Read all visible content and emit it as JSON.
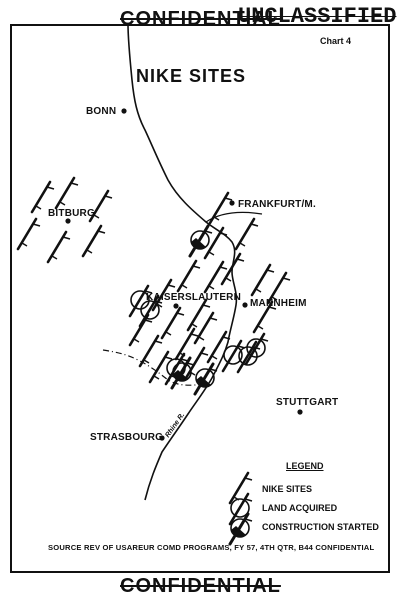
{
  "stamps": {
    "top_confidential": "CONFIDENTIAL",
    "unclassified": "UNCLASSIFIED",
    "chart_number": "Chart 4",
    "bottom_confidential": "CONFIDENTIAL"
  },
  "map": {
    "title": "NIKE SITES",
    "cities": {
      "bonn": "BONN",
      "bitburg": "BITBURG",
      "frankfurt": "FRANKFURT/M.",
      "kaiserslautern": "KAISERSLAUTERN",
      "mannheim": "MANNHEIM",
      "stuttgart": "STUTTGART",
      "strasbourg": "STRASBOURG"
    },
    "river_label": "Rhine R.",
    "site_counts": {
      "nike_sites": 25,
      "land_acquired": 6,
      "construction_started": 3
    }
  },
  "legend": {
    "title": "LEGEND",
    "items": [
      "NIKE SITES",
      "LAND ACQUIRED",
      "CONSTRUCTION STARTED"
    ]
  },
  "source": "SOURCE  REV OF USAREUR COMD PROGRAMS, FY 57, 4TH QTR, B44 CONFIDENTIAL"
}
